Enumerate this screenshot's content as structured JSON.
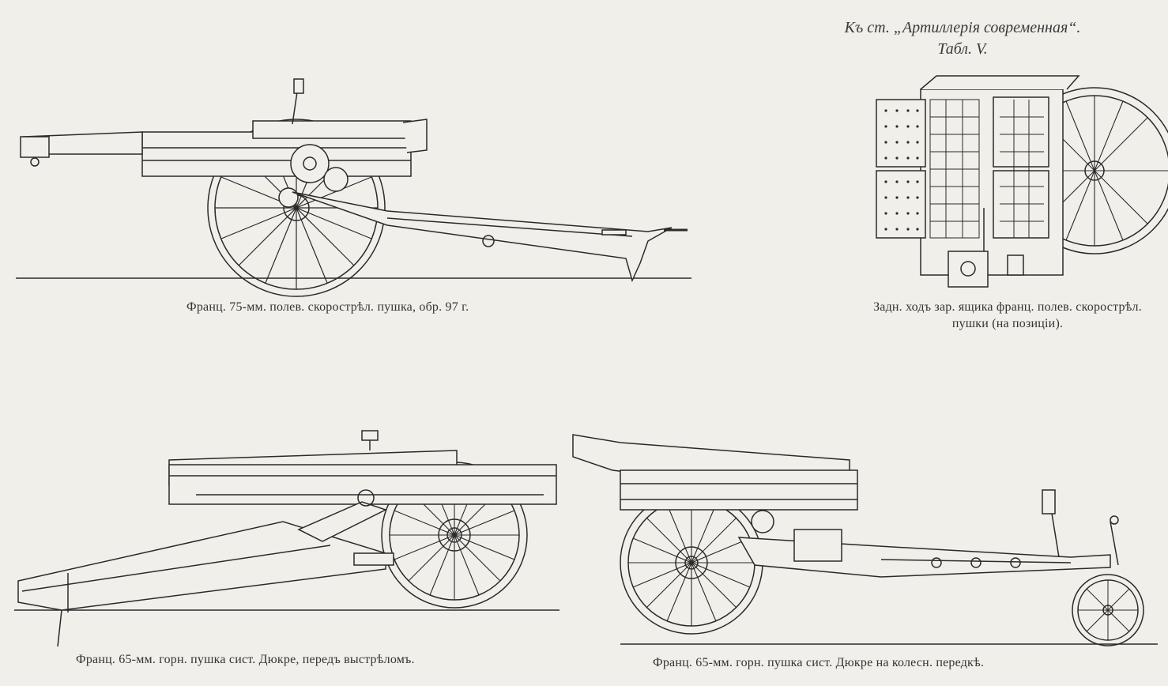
{
  "header": {
    "line1": "Къ ст. „Артиллерія современная“.",
    "line2": "Табл. V."
  },
  "figures": [
    {
      "caption": "Франц. 75-мм. полев. скорострѣл. пушка, обр. 97 г."
    },
    {
      "caption": "Задн. ходъ зар. ящика франц. полев. скорострѣл. пушки (на позиціи)."
    },
    {
      "caption": "Франц. 65-мм. горн. пушка сист. Дюкре, передъ выстрѣломъ."
    },
    {
      "caption": "Франц. 65-мм. горн. пушка сист. Дюкре на колесн. передкѣ."
    }
  ]
}
